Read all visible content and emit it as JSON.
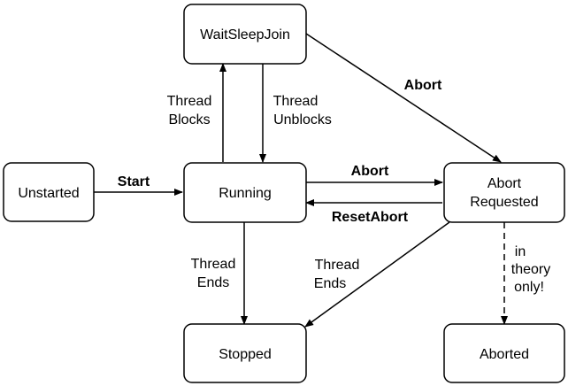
{
  "diagram": {
    "states": {
      "wait_sleep_join": "WaitSleepJoin",
      "unstarted": "Unstarted",
      "running": "Running",
      "abort_requested_line1": "Abort",
      "abort_requested_line2": "Requested",
      "stopped": "Stopped",
      "aborted": "Aborted"
    },
    "transitions": {
      "start": "Start",
      "abort_running": "Abort",
      "abort_wait": "Abort",
      "reset_abort": "ResetAbort",
      "thread_blocks_line1": "Thread",
      "thread_blocks_line2": "Blocks",
      "thread_unblocks_line1": "Thread",
      "thread_unblocks_line2": "Unblocks",
      "thread_ends_running_line1": "Thread",
      "thread_ends_running_line2": "Ends",
      "thread_ends_abort_line1": "Thread",
      "thread_ends_abort_line2": "Ends",
      "in_theory_line1": "in",
      "in_theory_line2": "theory",
      "in_theory_line3": "only!"
    }
  }
}
